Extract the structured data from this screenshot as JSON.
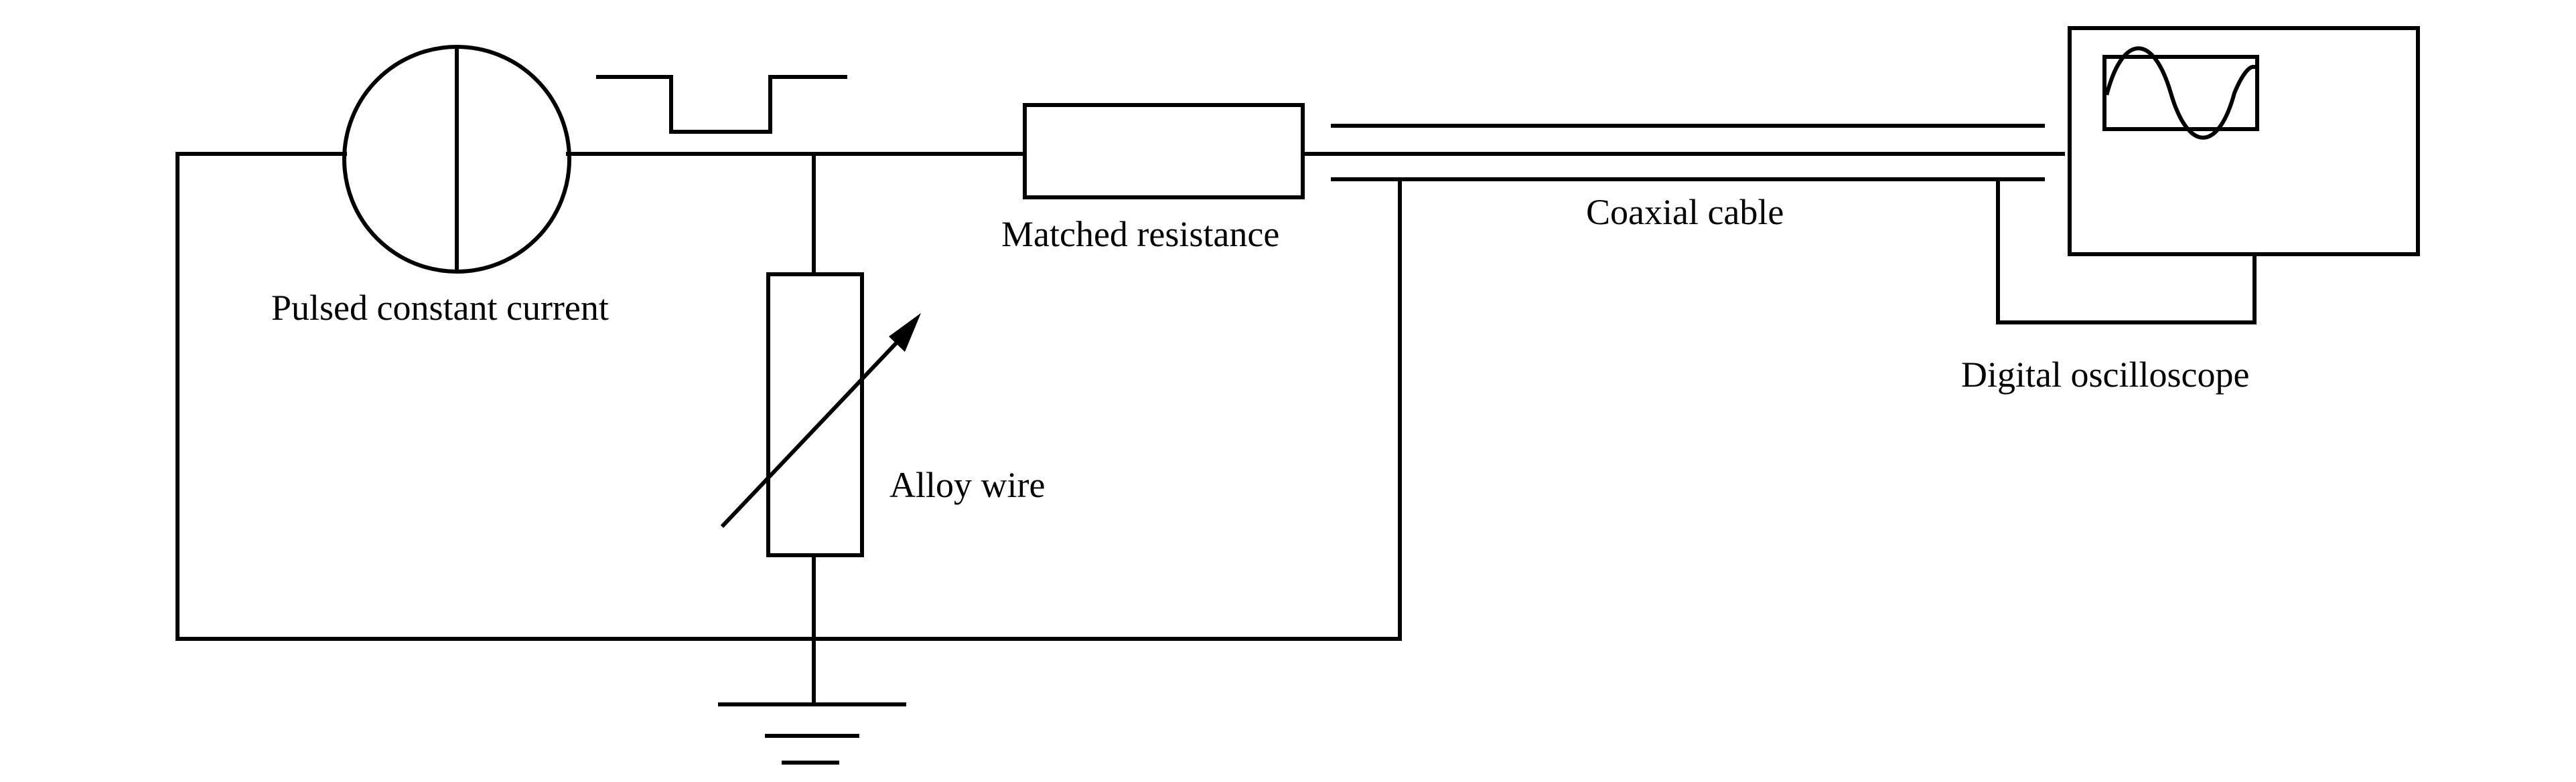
{
  "diagram": {
    "labels": {
      "pulsed_source": "Pulsed constant current",
      "matched_resistance": "Matched resistance",
      "coaxial_cable": "Coaxial cable",
      "digital_oscilloscope": "Digital oscilloscope",
      "alloy_wire": "Alloy wire"
    },
    "components": [
      {
        "id": "pulsed_source",
        "kind": "current-source-icon"
      },
      {
        "id": "pulse_waveform",
        "kind": "square-pulse-icon"
      },
      {
        "id": "matched_resistance",
        "kind": "resistor-icon"
      },
      {
        "id": "alloy_wire",
        "kind": "variable-resistor-icon"
      },
      {
        "id": "coaxial_cable",
        "kind": "coaxial-cable-icon"
      },
      {
        "id": "digital_oscilloscope",
        "kind": "oscilloscope-icon"
      },
      {
        "id": "ground",
        "kind": "ground-icon"
      }
    ],
    "connections": [
      [
        "pulsed_source",
        "matched_resistance"
      ],
      [
        "matched_resistance",
        "coaxial_cable"
      ],
      [
        "coaxial_cable",
        "digital_oscilloscope"
      ],
      [
        "pulsed_source",
        "alloy_wire"
      ],
      [
        "alloy_wire",
        "ground"
      ],
      [
        "pulsed_source",
        "ground"
      ],
      [
        "coaxial_cable",
        "ground"
      ]
    ],
    "colors": {
      "line": "#000000",
      "text": "#000000",
      "background": "#ffffff"
    }
  }
}
